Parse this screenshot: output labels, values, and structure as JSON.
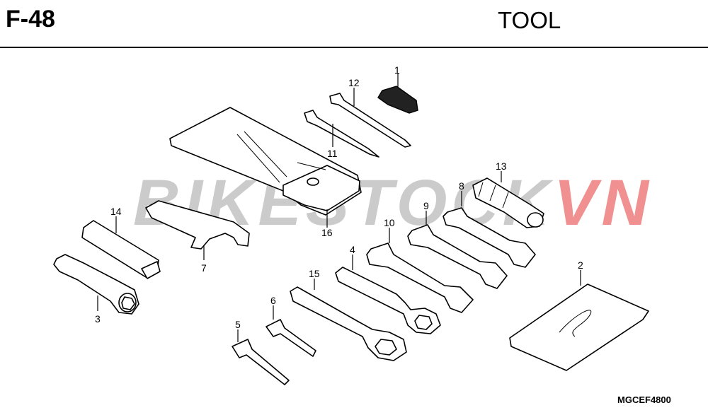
{
  "header": {
    "code": "F-48",
    "title": "TOOL"
  },
  "watermark": {
    "main": "BIKESTOCK",
    "accent": "VN"
  },
  "footer": {
    "drawing_code": "MGCEF4800"
  },
  "callouts": [
    "1",
    "2",
    "3",
    "4",
    "5",
    "6",
    "7",
    "8",
    "9",
    "10",
    "11",
    "12",
    "13",
    "14",
    "15",
    "16"
  ]
}
